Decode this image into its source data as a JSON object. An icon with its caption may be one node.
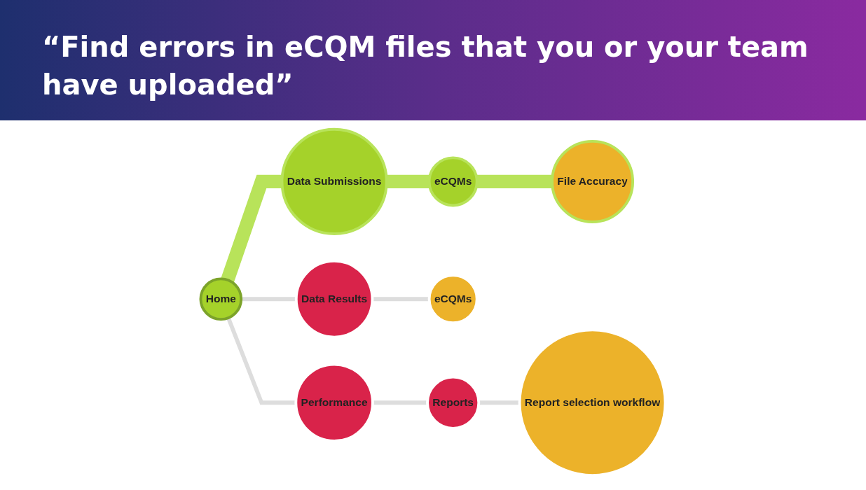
{
  "diagram": {
    "title": "“Find errors in eCQM files that you or your team have uploaded”",
    "nodes": [
      {
        "text": [
          "Home"
        ]
      },
      {
        "text": [
          "Data Submissions"
        ]
      },
      {
        "text": [
          "eCQMs"
        ]
      },
      {
        "text": [
          "File Accuracy"
        ]
      },
      {
        "text": [
          "Data Results"
        ]
      },
      {
        "text": [
          "eCQMs"
        ]
      },
      {
        "text": [
          "Performance"
        ]
      },
      {
        "text": [
          "Reports"
        ]
      },
      {
        "text": [
          "Report selection workflow"
        ]
      }
    ],
    "edges": [
      {
        "from": 0,
        "to": 1,
        "arrow": "none",
        "style": "thick",
        "color": "#b8e35a"
      },
      {
        "from": 1,
        "to": 2,
        "arrow": "none",
        "style": "thick",
        "color": "#b8e35a"
      },
      {
        "from": 2,
        "to": 3,
        "arrow": "none",
        "style": "thick",
        "color": "#b8e35a"
      },
      {
        "from": 0,
        "to": 4,
        "arrow": "none"
      },
      {
        "from": 4,
        "to": 5,
        "arrow": "none"
      },
      {
        "from": 0,
        "to": 6,
        "arrow": "none"
      },
      {
        "from": 6,
        "to": 7,
        "arrow": "none"
      },
      {
        "from": 7,
        "to": 8,
        "arrow": "none"
      }
    ]
  }
}
